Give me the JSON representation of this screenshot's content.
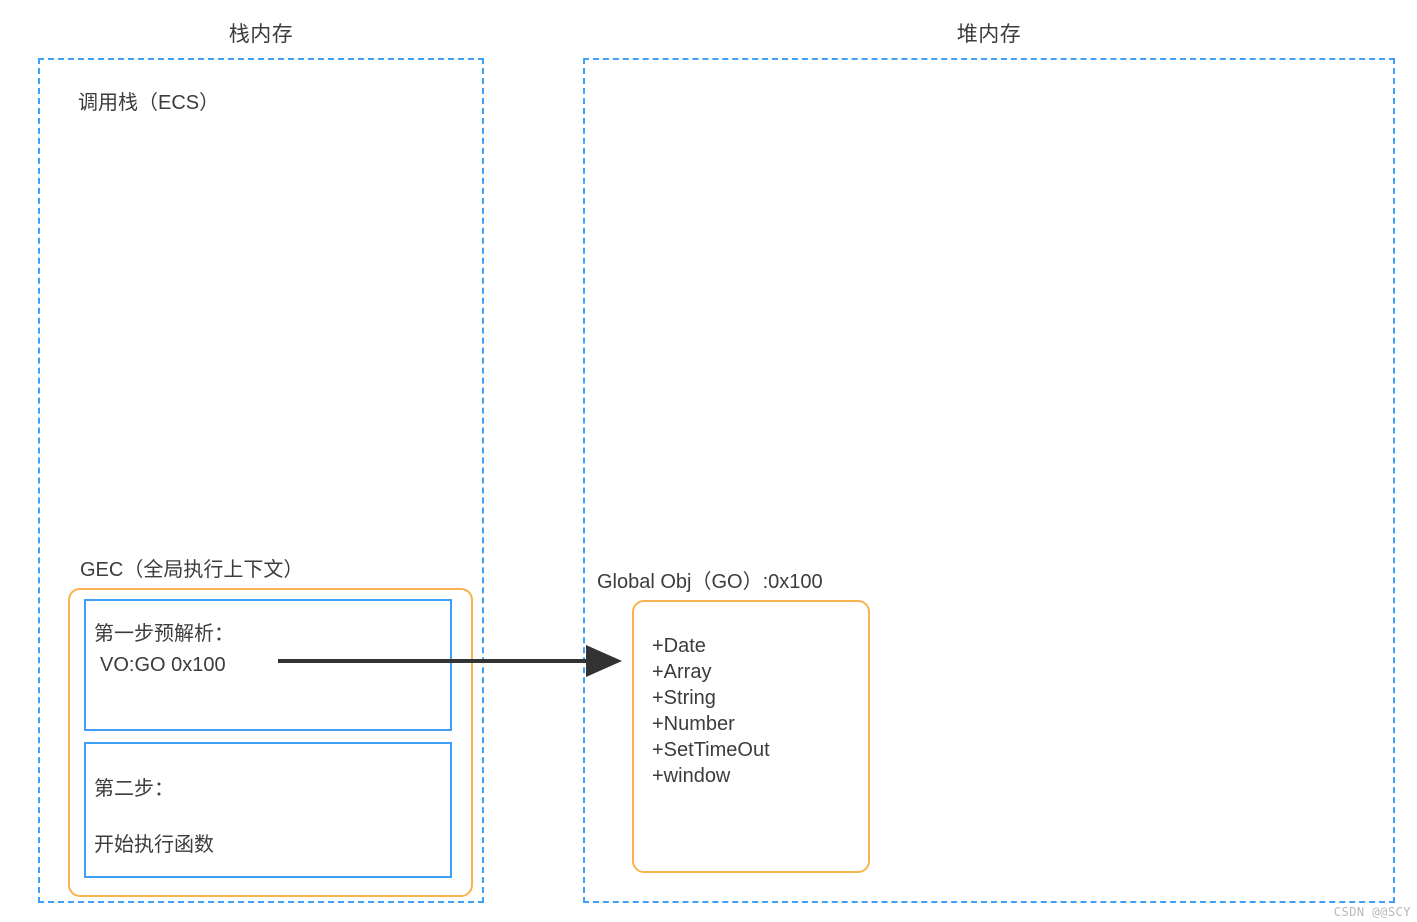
{
  "diagram": {
    "watermark": "CSDN @@SCY",
    "colors": {
      "dashed_border": "#3fa0f7",
      "solid_blue_border": "#3fa0f7",
      "orange_border": "#f7b34d",
      "arrow": "#333333",
      "text": "#3c3c3c",
      "background": "#ffffff"
    },
    "stack_region": {
      "title": "栈内存",
      "call_stack_label": "调用栈（ECS）",
      "gec_label": "GEC（全局执行上下文）",
      "steps": [
        {
          "title": "第一步预解析：",
          "body": "VO:GO 0x100"
        },
        {
          "title": "第二步：",
          "body": "开始执行函数"
        }
      ]
    },
    "heap_region": {
      "title": "堆内存",
      "global_object_label": "Global Obj（GO）:0x100",
      "global_object_properties": [
        "+Date",
        "+Array",
        "+String",
        "+Number",
        "+SetTimeOut",
        "+window"
      ]
    },
    "arrow": {
      "from": "VO:GO 0x100",
      "to": "Global Obj（GO）:0x100"
    }
  }
}
